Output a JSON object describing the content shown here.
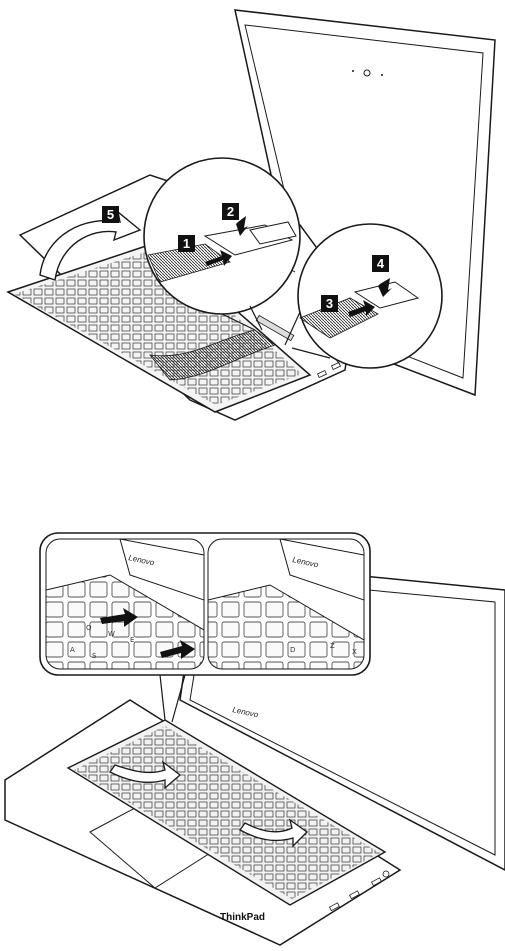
{
  "steps": [
    {
      "label": "1",
      "icon": "arrow-right-icon"
    },
    {
      "label": "2",
      "icon": "arrow-down-icon"
    },
    {
      "label": "3",
      "icon": "arrow-right-icon"
    },
    {
      "label": "4",
      "icon": "arrow-down-icon"
    },
    {
      "label": "5",
      "icon": "curved-arrow-icon"
    }
  ],
  "laptop_logo": "Lenovo",
  "brand": "ThinkPad",
  "keys": [
    "Q",
    "W",
    "E",
    "A",
    "S",
    "D",
    "Z",
    "X"
  ],
  "colors": {
    "line": "#1a1a1a",
    "step_box": "#111111",
    "keyboard_fill": "#f4f4f4",
    "screen_fill": "#ffffff"
  }
}
